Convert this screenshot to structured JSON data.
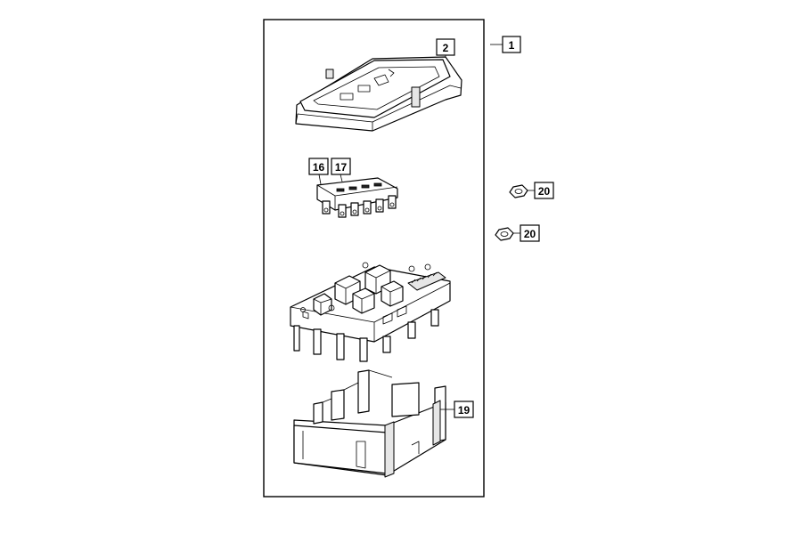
{
  "callouts": {
    "c1": "1",
    "c2": "2",
    "c16": "16",
    "c17": "17",
    "c19": "19",
    "c20a": "20",
    "c20b": "20"
  }
}
